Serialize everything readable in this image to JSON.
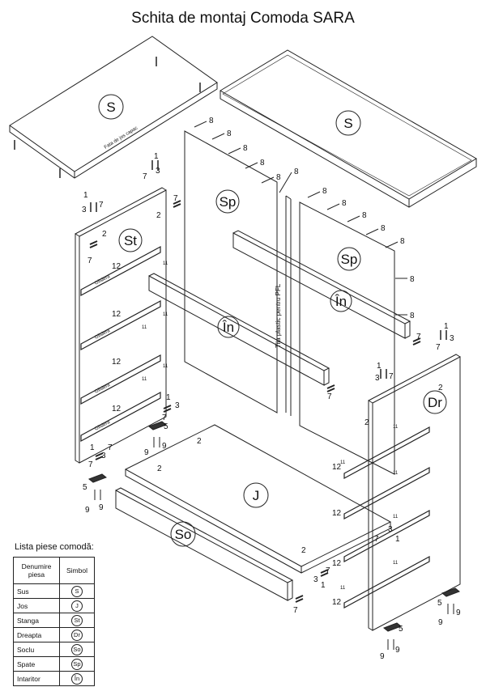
{
  "title": "Schita de montaj Comoda SARA",
  "labels": {
    "top_panel": "S",
    "top_panel_2": "S",
    "back_left": "Sp",
    "back_right": "Sp",
    "left_side": "St",
    "right_side": "Dr",
    "rail_left": "În",
    "rail_right": "În",
    "bottom": "J",
    "plinth": "So",
    "front_note": "Fata de jos capac",
    "pfl_rod": "Tija plastic pentru PFL",
    "slide": "Glisiera",
    "n1": "1",
    "n2": "2",
    "n3": "3",
    "n5": "5",
    "n7": "7",
    "n8": "8",
    "n9": "9",
    "n11": "11",
    "n12": "12"
  },
  "legend": {
    "title": "Lista piese comodă:",
    "col_name": "Denumire piesa",
    "col_symbol": "Simbol",
    "rows": [
      {
        "name": "Sus",
        "symbol": "S"
      },
      {
        "name": "Jos",
        "symbol": "J"
      },
      {
        "name": "Stanga",
        "symbol": "St"
      },
      {
        "name": "Dreapta",
        "symbol": "Dr"
      },
      {
        "name": "Soclu",
        "symbol": "So"
      },
      {
        "name": "Spate",
        "symbol": "Sp"
      },
      {
        "name": "Intaritor",
        "symbol": "În"
      }
    ]
  }
}
